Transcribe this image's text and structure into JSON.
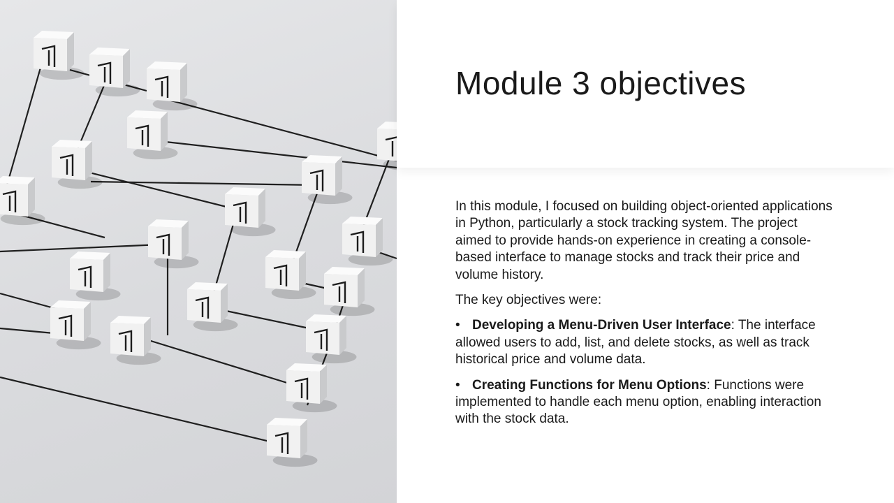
{
  "slide": {
    "title": "Module 3 objectives",
    "intro": "In this module, I focused on building object-oriented applications in Python, particularly a stock tracking system. The project aimed to provide hands-on experience in creating a console-based interface to manage stocks and track their price and volume history.",
    "lead": "The key objectives were:",
    "bullets": [
      {
        "bold": "Developing a Menu-Driven User Interface",
        "text": ": The interface allowed users to add, list, and delete stocks, as well as track historical price and volume data."
      },
      {
        "bold": "Creating Functions for Menu Options",
        "text": ": Functions were implemented to handle each menu option, enabling interaction with the stock data."
      }
    ]
  },
  "image": {
    "subject": "white-cubes-connected-by-lines-icon",
    "background_color": "#dcdddf",
    "cube_color": "#f4f4f4",
    "line_color": "#222222"
  }
}
